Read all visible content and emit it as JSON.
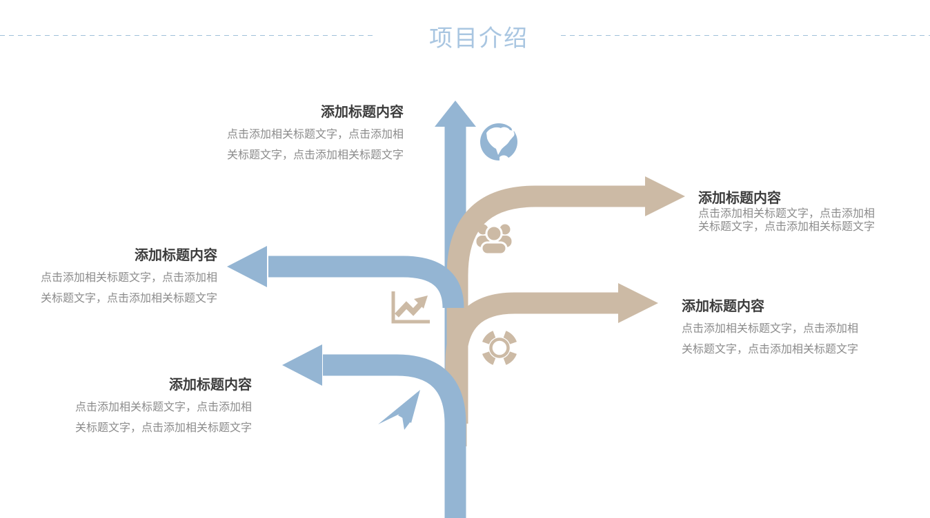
{
  "slide": {
    "title": "项目介绍",
    "colors": {
      "accent_blue": "#94b5d3",
      "accent_tan": "#ccbaa5",
      "title_blue": "#a9c6e1",
      "heading_text": "#3c3c3c",
      "body_text": "#8b8b8b",
      "dash_line": "#9fc0d9"
    },
    "blocks": [
      {
        "position": "upper-left-of-trunk",
        "title": "添加标题内容",
        "desc1": "点击添加相关标题文字，点击添加相",
        "desc2": "关标题文字，点击添加相关标题文字"
      },
      {
        "position": "right-top",
        "title": "添加标题内容",
        "desc1": "点击添加相关标题文字，点击添加相",
        "desc2": "关标题文字，点击添加相关标题文字"
      },
      {
        "position": "middle-left",
        "title": "添加标题内容",
        "desc1": "点击添加相关标题文字，点击添加相",
        "desc2": "关标题文字，点击添加相关标题文字"
      },
      {
        "position": "right-middle",
        "title": "添加标题内容",
        "desc1": "点击添加相关标题文字，点击添加相",
        "desc2": "关标题文字，点击添加相关标题文字"
      },
      {
        "position": "bottom-left",
        "title": "添加标题内容",
        "desc1": "点击添加相关标题文字，点击添加相",
        "desc2": "关标题文字，点击添加相关标题文字"
      }
    ],
    "icons": [
      "globe-icon",
      "people-icon",
      "line-chart-icon",
      "lifebuoy-icon",
      "paper-plane-icon"
    ]
  }
}
